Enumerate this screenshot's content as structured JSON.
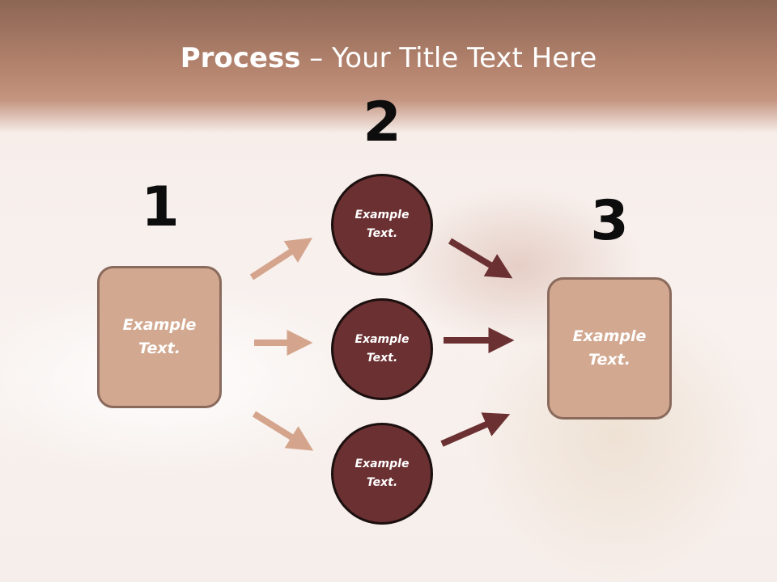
{
  "slide": {
    "title_bold": "Process",
    "title_rest": " – Your Title Text Here"
  },
  "steps": {
    "one": "1",
    "two": "2",
    "three": "3"
  },
  "boxes": {
    "left": "Example Text.",
    "right": "Example Text."
  },
  "circles": {
    "top": "Example Text.",
    "middle": "Example Text.",
    "bottom": "Example Text."
  },
  "colors": {
    "header": "#b78670",
    "box_fill": "#d2a890",
    "circle_fill": "#6b3031",
    "light_arrow": "#d4a58c",
    "dark_arrow": "#6b3031"
  }
}
